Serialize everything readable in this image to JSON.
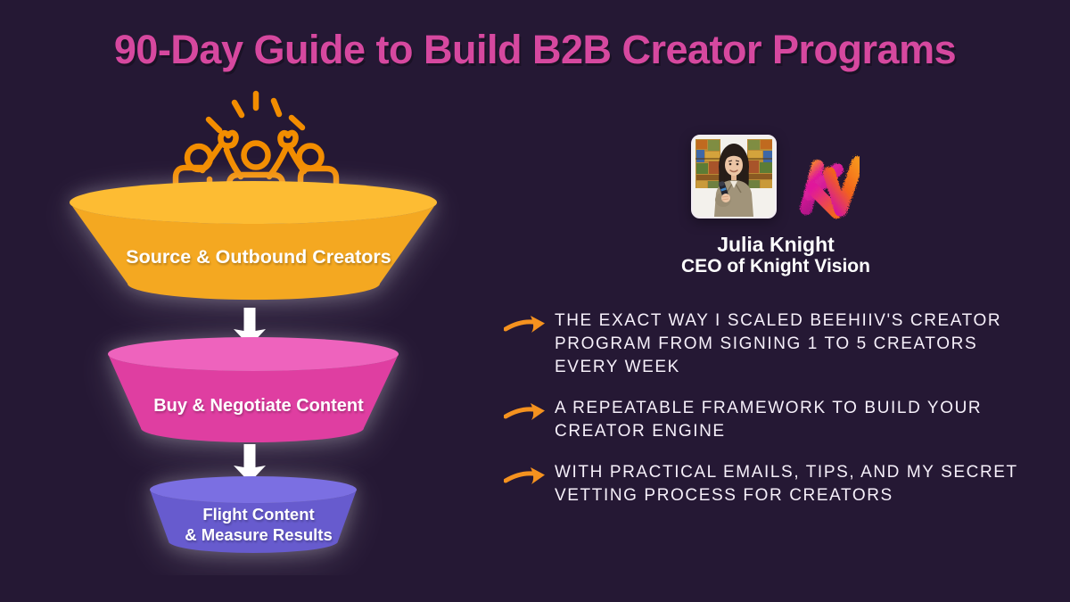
{
  "title": "90-Day Guide to Build B2B Creator Programs",
  "funnel": {
    "stages": [
      {
        "label": "Source & Outbound Creators",
        "body_color": "#f4a821",
        "top_color": "#fdbc33"
      },
      {
        "label": "Buy & Negotiate Content",
        "body_color": "#df3ea1",
        "top_color": "#ee63bd"
      },
      {
        "label": "Flight Content\n& Measure Results",
        "body_color": "#675bce",
        "top_color": "#7b6fe2"
      }
    ]
  },
  "speaker": {
    "name": "Julia Knight",
    "role": "CEO of Knight Vision",
    "logo_text": "KV"
  },
  "bullets": [
    {
      "icon": "arrow-right-icon",
      "text": "THE EXACT WAY I SCALED BEEHIIV'S CREATOR\nPROGRAM FROM SIGNING 1 TO 5 CREATORS\nEVERY WEEK"
    },
    {
      "icon": "arrow-right-icon",
      "text": "A REPEATABLE FRAMEWORK TO BUILD YOUR\nCREATOR ENGINE"
    },
    {
      "icon": "arrow-right-icon",
      "text": "WITH PRACTICAL EMAILS, TIPS, AND MY SECRET\nVETTING PROCESS FOR CREATORS"
    }
  ],
  "icons": {
    "people": "people-celebration-icon",
    "connector": "down-arrow-icon",
    "bullet": "arrow-right-icon"
  },
  "colors": {
    "background": "#251834",
    "title_pink": "#d6489f",
    "icon_orange": "#f28d00",
    "bullet_arrow_orange": "#f5921f",
    "connector_white": "#ffffff"
  }
}
